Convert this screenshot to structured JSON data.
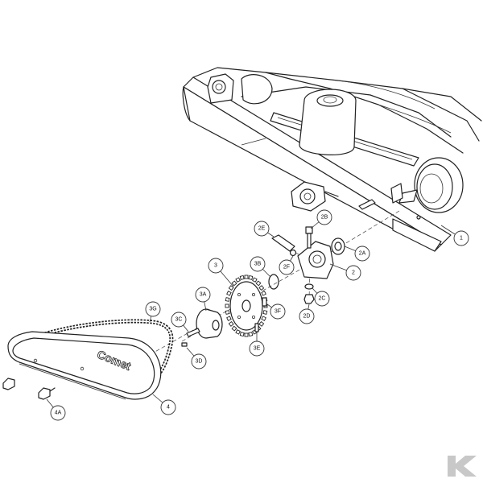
{
  "callouts": [
    {
      "id": "c1",
      "label": "1"
    },
    {
      "id": "c2",
      "label": "2"
    },
    {
      "id": "c2a",
      "label": "2A"
    },
    {
      "id": "c2b",
      "label": "2B"
    },
    {
      "id": "c2c",
      "label": "2C"
    },
    {
      "id": "c2d",
      "label": "2D"
    },
    {
      "id": "c2e",
      "label": "2E"
    },
    {
      "id": "c2f",
      "label": "2F"
    },
    {
      "id": "c3",
      "label": "3"
    },
    {
      "id": "c3a",
      "label": "3A"
    },
    {
      "id": "c3b",
      "label": "3B"
    },
    {
      "id": "c3c",
      "label": "3C"
    },
    {
      "id": "c3d",
      "label": "3D"
    },
    {
      "id": "c3e",
      "label": "3E"
    },
    {
      "id": "c3f",
      "label": "3F"
    },
    {
      "id": "c3g",
      "label": "3G"
    },
    {
      "id": "c4",
      "label": "4"
    },
    {
      "id": "c4a",
      "label": "4A"
    }
  ],
  "chain_guard_brand": "Comet",
  "watermark_logo": "K"
}
